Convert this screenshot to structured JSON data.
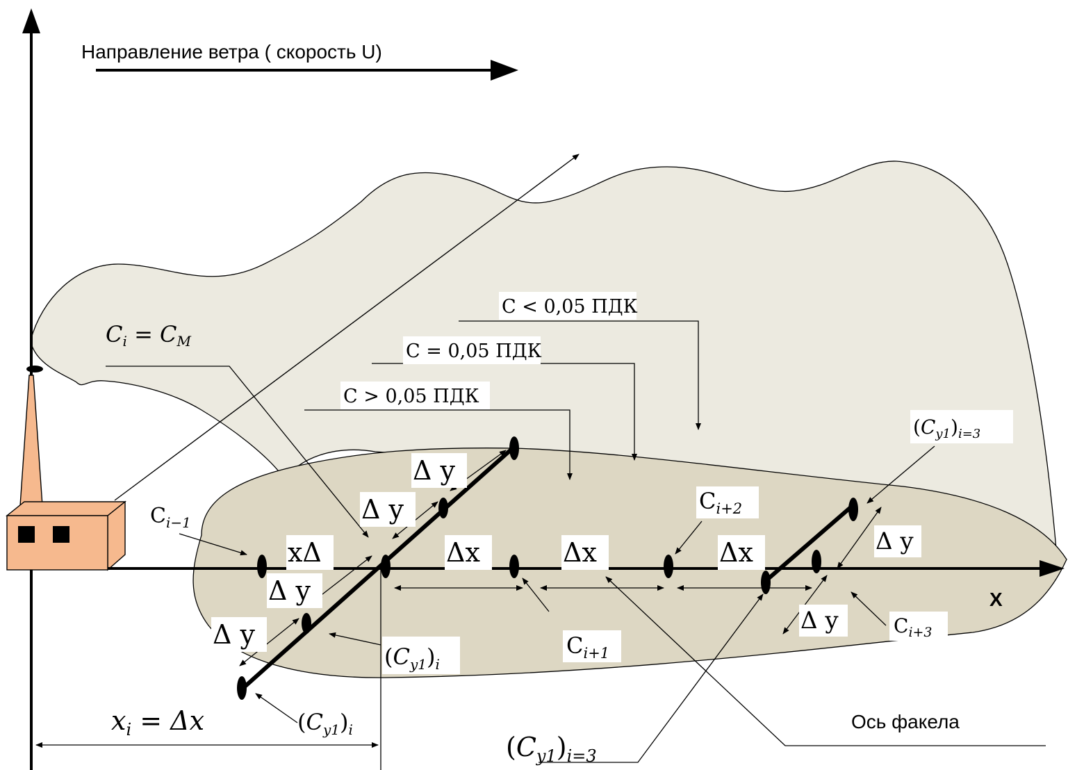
{
  "wind": {
    "label": "Направление ветра ( скорость U)"
  },
  "axis": {
    "x_label": "X"
  },
  "zones": {
    "below": "C < 0,05 ПДК",
    "equal": "C = 0,05 ПДК",
    "above": "C > 0,05 ПДК"
  },
  "points": {
    "ci_cm": {
      "lhs": "C",
      "lhs_sub": "i",
      "rel": " = ",
      "rhs": "C",
      "rhs_sub": "M"
    },
    "c_prev": {
      "base": "C",
      "sub": "i−1"
    },
    "c_next1": {
      "base": "C",
      "sub": "i+1"
    },
    "c_next2": {
      "base": "C",
      "sub": "i+2"
    },
    "c_next3": {
      "base": "C",
      "sub": "i+3"
    },
    "cy1_i": {
      "open": "(",
      "base": "C",
      "sub": "y1",
      "close": ")",
      "outer": "i"
    },
    "cy1_i_bottom": {
      "open": "(",
      "base": "C",
      "sub": "y1",
      "close": ")",
      "outer": "i"
    },
    "cy1_i3_top": {
      "open": "(",
      "base": "C",
      "sub": "y1",
      "close": ")",
      "outer": "i=3"
    },
    "cy1_i3_bottom": {
      "open": "(",
      "base": "C",
      "sub": "y1",
      "close": ")",
      "outer": "i=3"
    }
  },
  "steps": {
    "dx_reversed": "xΔ",
    "dx": "Δx",
    "dy": "Δ y"
  },
  "xi": {
    "base": "x",
    "sub": "i",
    "rel": " = ",
    "rhs": "Δx"
  },
  "plume_axis": "Ось факела",
  "colors": {
    "outer_zone": "#ECEAE0",
    "inner_zone": "#DDD7C3",
    "building": "#F6B98E",
    "line": "#000000"
  }
}
